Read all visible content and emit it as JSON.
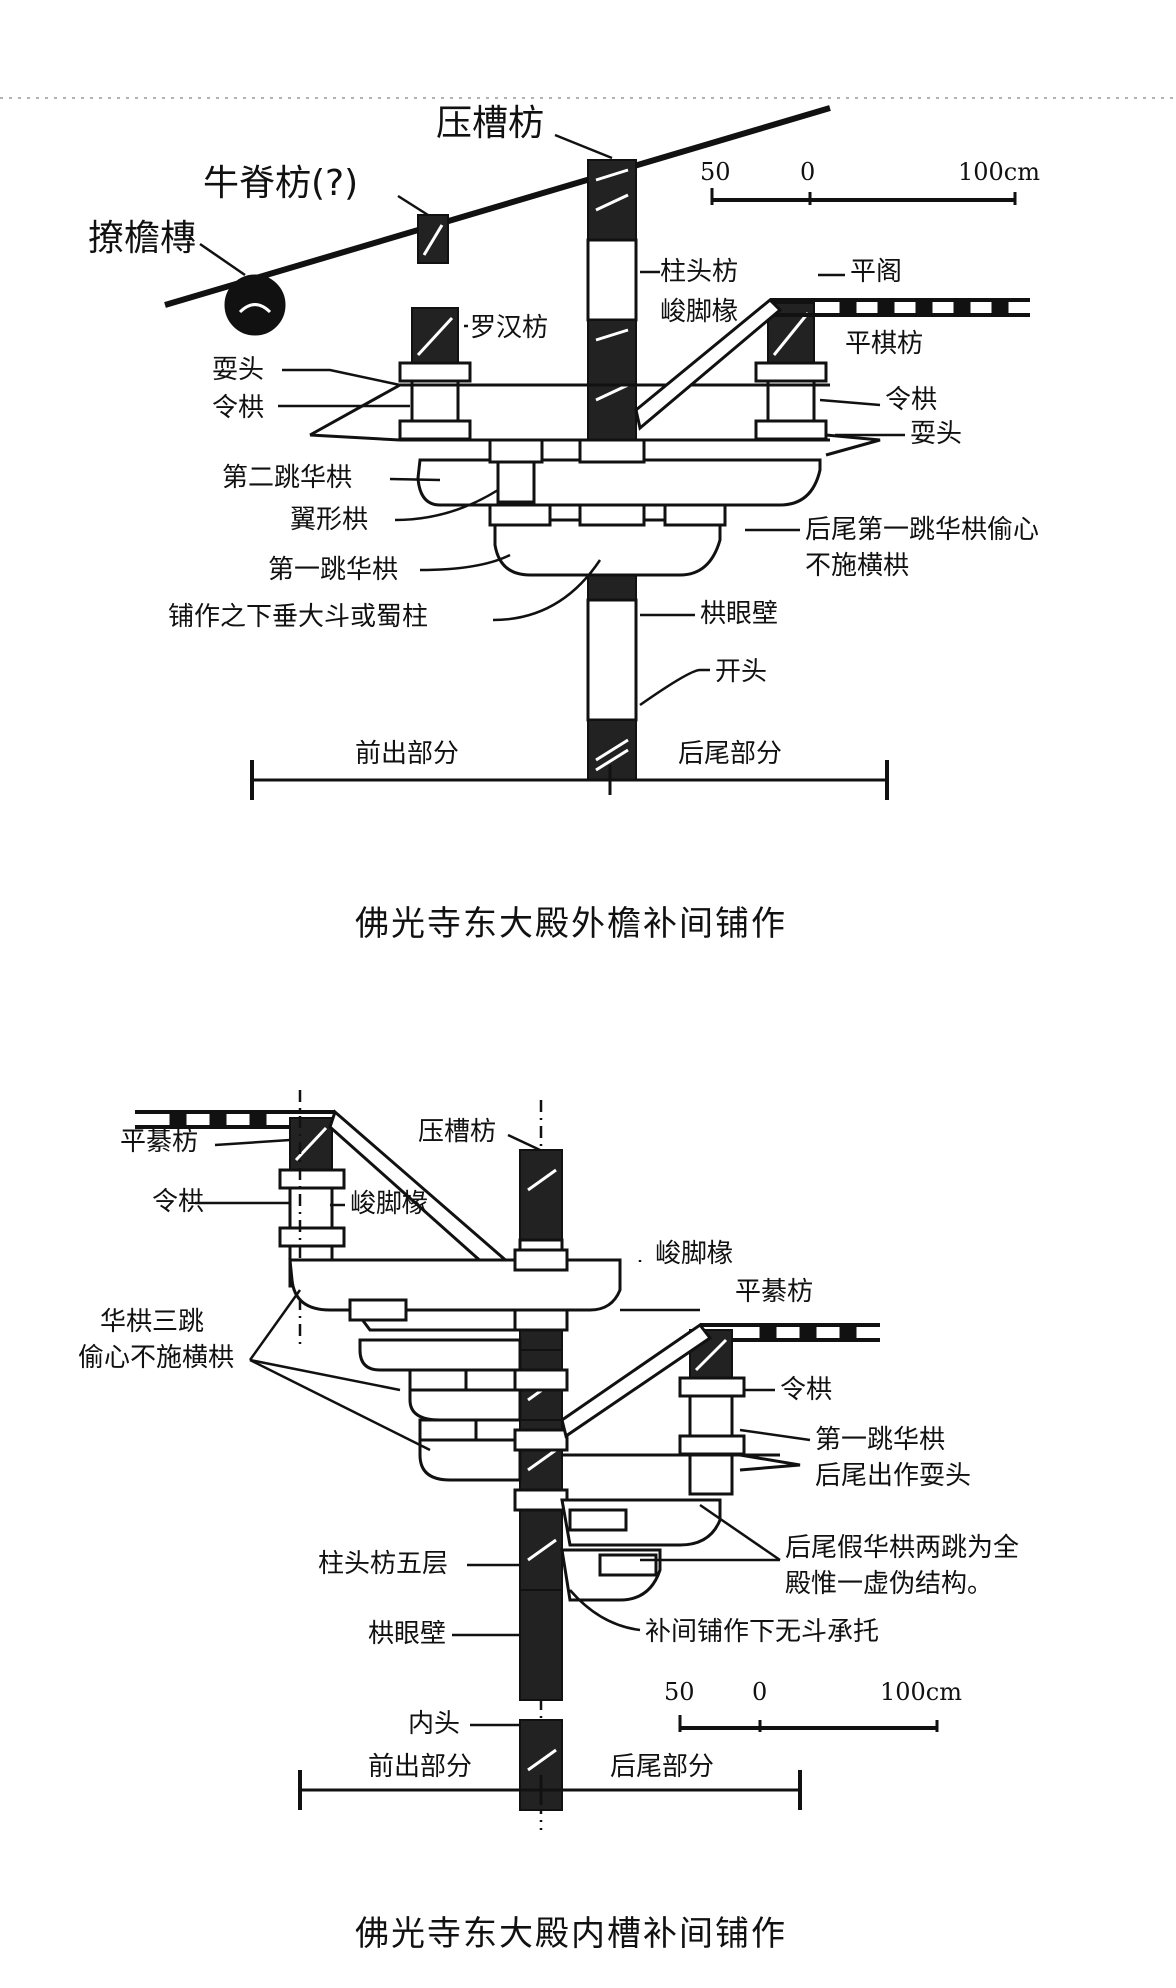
{
  "figure1": {
    "caption": "佛光寺东大殿外檐补间铺作",
    "scale": {
      "left": "50",
      "zero": "0",
      "right": "100cm"
    },
    "labels": {
      "ya_cao_fang": "压槽枋",
      "niu_ji_fang": "牛脊枋(?)",
      "liao_yan_tuan": "撩檐槫",
      "zhu_tou_fang": "柱头枋",
      "ping_ge": "平阁",
      "jun_jiao_chuan": "峻脚椽",
      "luo_han_fang": "罗汉枋",
      "ping_qi_fang": "平棋枋",
      "shua_tou_left": "耍头",
      "ling_gong_left": "令栱",
      "ling_gong_right": "令栱",
      "shua_tou_right": "耍头",
      "di_er_tiao": "第二跳华栱",
      "yi_xing_gong": "翼形栱",
      "hou_wei_1": "后尾第一跳华栱偷心",
      "hou_wei_2": "不施横栱",
      "di_yi_tiao": "第一跳华栱",
      "gong_yan_bi": "栱眼壁",
      "pu_zuo_xia": "铺作之下垂大斗或蜀柱",
      "kai_tou": "开头",
      "qian_chu": "前出部分",
      "hou_wei": "后尾部分"
    }
  },
  "figure2": {
    "caption": "佛光寺东大殿内槽补间铺作",
    "scale": {
      "left": "50",
      "zero": "0",
      "right": "100cm"
    },
    "labels": {
      "ping_qi_fang_left": "平綦枋",
      "ya_cao_fang": "压槽枋",
      "ling_gong_left": "令栱",
      "jun_jiao_chuan_left": "峻脚椽",
      "jun_jiao_chuan_right": "峻脚椽",
      "ping_qi_fang_right": "平綦枋",
      "hua_gong_1": "华栱三跳",
      "hua_gong_2": "偷心不施横栱",
      "ling_gong_right": "令栱",
      "di_yi_tiao_1": "第一跳华栱",
      "di_yi_tiao_2": "后尾出作耍头",
      "hou_wei_jia_1": "后尾假华栱两跳为全",
      "hou_wei_jia_2": "殿惟一虚伪结构。",
      "zhu_tou_fang": "柱头枋五层",
      "gong_yan_bi": "栱眼壁",
      "bu_jian": "补间铺作下无斗承托",
      "nei_tou": "内头",
      "qian_chu": "前出部分",
      "hou_wei": "后尾部分"
    }
  }
}
